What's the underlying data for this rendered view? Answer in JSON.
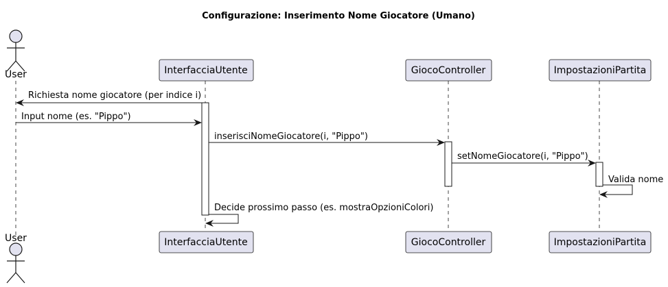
{
  "diagram": {
    "title": "Configurazione: Inserimento Nome Giocatore (Umano)",
    "colors": {
      "participant_fill": "#E2E2F0",
      "participant_stroke": "#181818",
      "lifeline": "#181818",
      "activation_fill": "#FFFFFF",
      "arrow": "#181818",
      "text": "#000000"
    },
    "participants": [
      {
        "id": "user",
        "label": "User",
        "kind": "actor"
      },
      {
        "id": "ui",
        "label": "InterfacciaUtente",
        "kind": "box"
      },
      {
        "id": "gc",
        "label": "GiocoController",
        "kind": "box"
      },
      {
        "id": "ip",
        "label": "ImpostazioniPartita",
        "kind": "box"
      }
    ],
    "messages": [
      {
        "from": "ui",
        "to": "user",
        "text": "Richiesta nome giocatore (per indice i)"
      },
      {
        "from": "user",
        "to": "ui",
        "text": "Input nome (es. \"Pippo\")"
      },
      {
        "from": "ui",
        "to": "gc",
        "text": "inserisciNomeGiocatore(i, \"Pippo\")"
      },
      {
        "from": "gc",
        "to": "ip",
        "text": "setNomeGiocatore(i, \"Pippo\")"
      },
      {
        "from": "ip",
        "to": "ip",
        "text": "Valida nome"
      },
      {
        "from": "ui",
        "to": "ui",
        "text": "Decide prossimo passo (es. mostraOpzioniColori)"
      }
    ]
  }
}
